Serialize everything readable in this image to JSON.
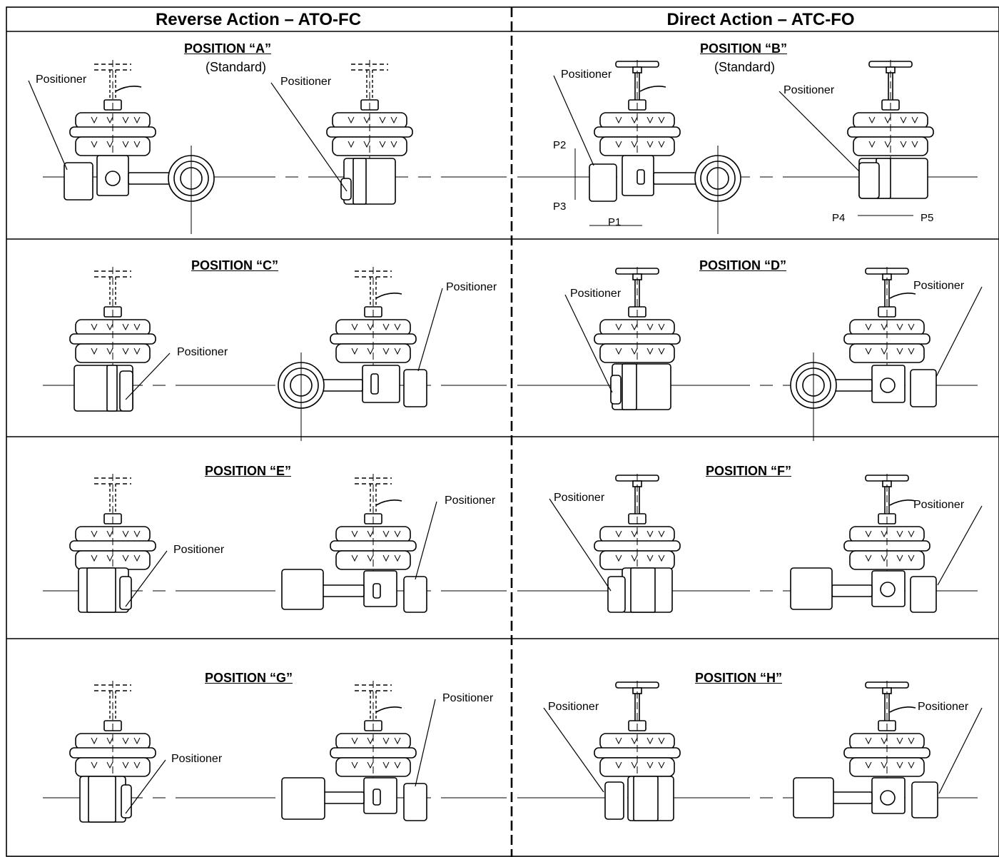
{
  "headers": {
    "left": "Reverse Action – ATO-FC",
    "right": "Direct Action – ATC-FO"
  },
  "panels": [
    {
      "title": "POSITION “A”",
      "subtitle": "(Standard)"
    },
    {
      "title": "POSITION “B”",
      "subtitle": "(Standard)"
    },
    {
      "title": "POSITION “C”"
    },
    {
      "title": "POSITION “D”"
    },
    {
      "title": "POSITION “E”"
    },
    {
      "title": "POSITION “F”"
    },
    {
      "title": "POSITION “G”"
    },
    {
      "title": "POSITION “H”"
    }
  ],
  "positioner_label": "Positioner",
  "dimensions": {
    "p1": "P1",
    "p2": "P2",
    "p3": "P3",
    "p4": "P4",
    "p5": "P5"
  }
}
